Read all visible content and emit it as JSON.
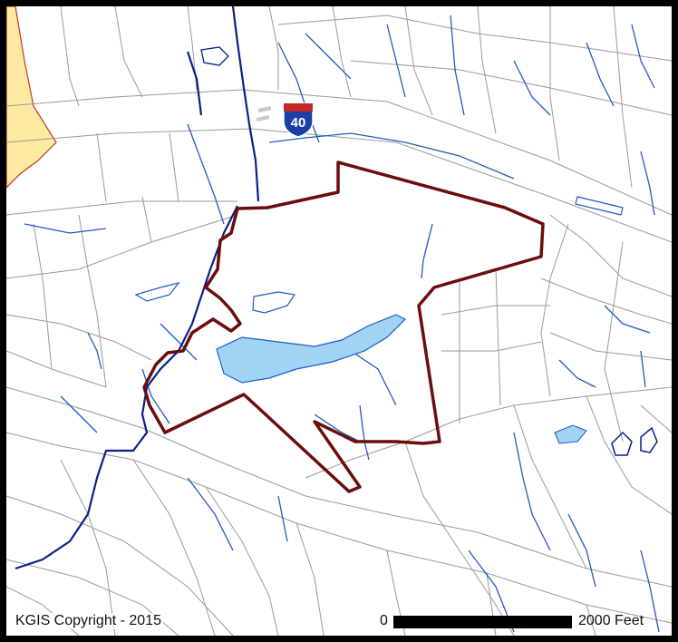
{
  "map": {
    "interstate_label": "40",
    "copyright": "KGIS Copyright - 2015",
    "scale_start": "0",
    "scale_end": "2000 Feet"
  },
  "colors": {
    "parcel_lines": "#9a9a9a",
    "streams": "#1f5bc4",
    "rivers": "#0a1f8a",
    "water_fill": "#9fd4f2",
    "boundary": "#6b0d0d",
    "county_fill": "#fde9a0",
    "county_edge": "#c0392b",
    "shield_red": "#c62828",
    "shield_blue": "#1b3fa8"
  }
}
